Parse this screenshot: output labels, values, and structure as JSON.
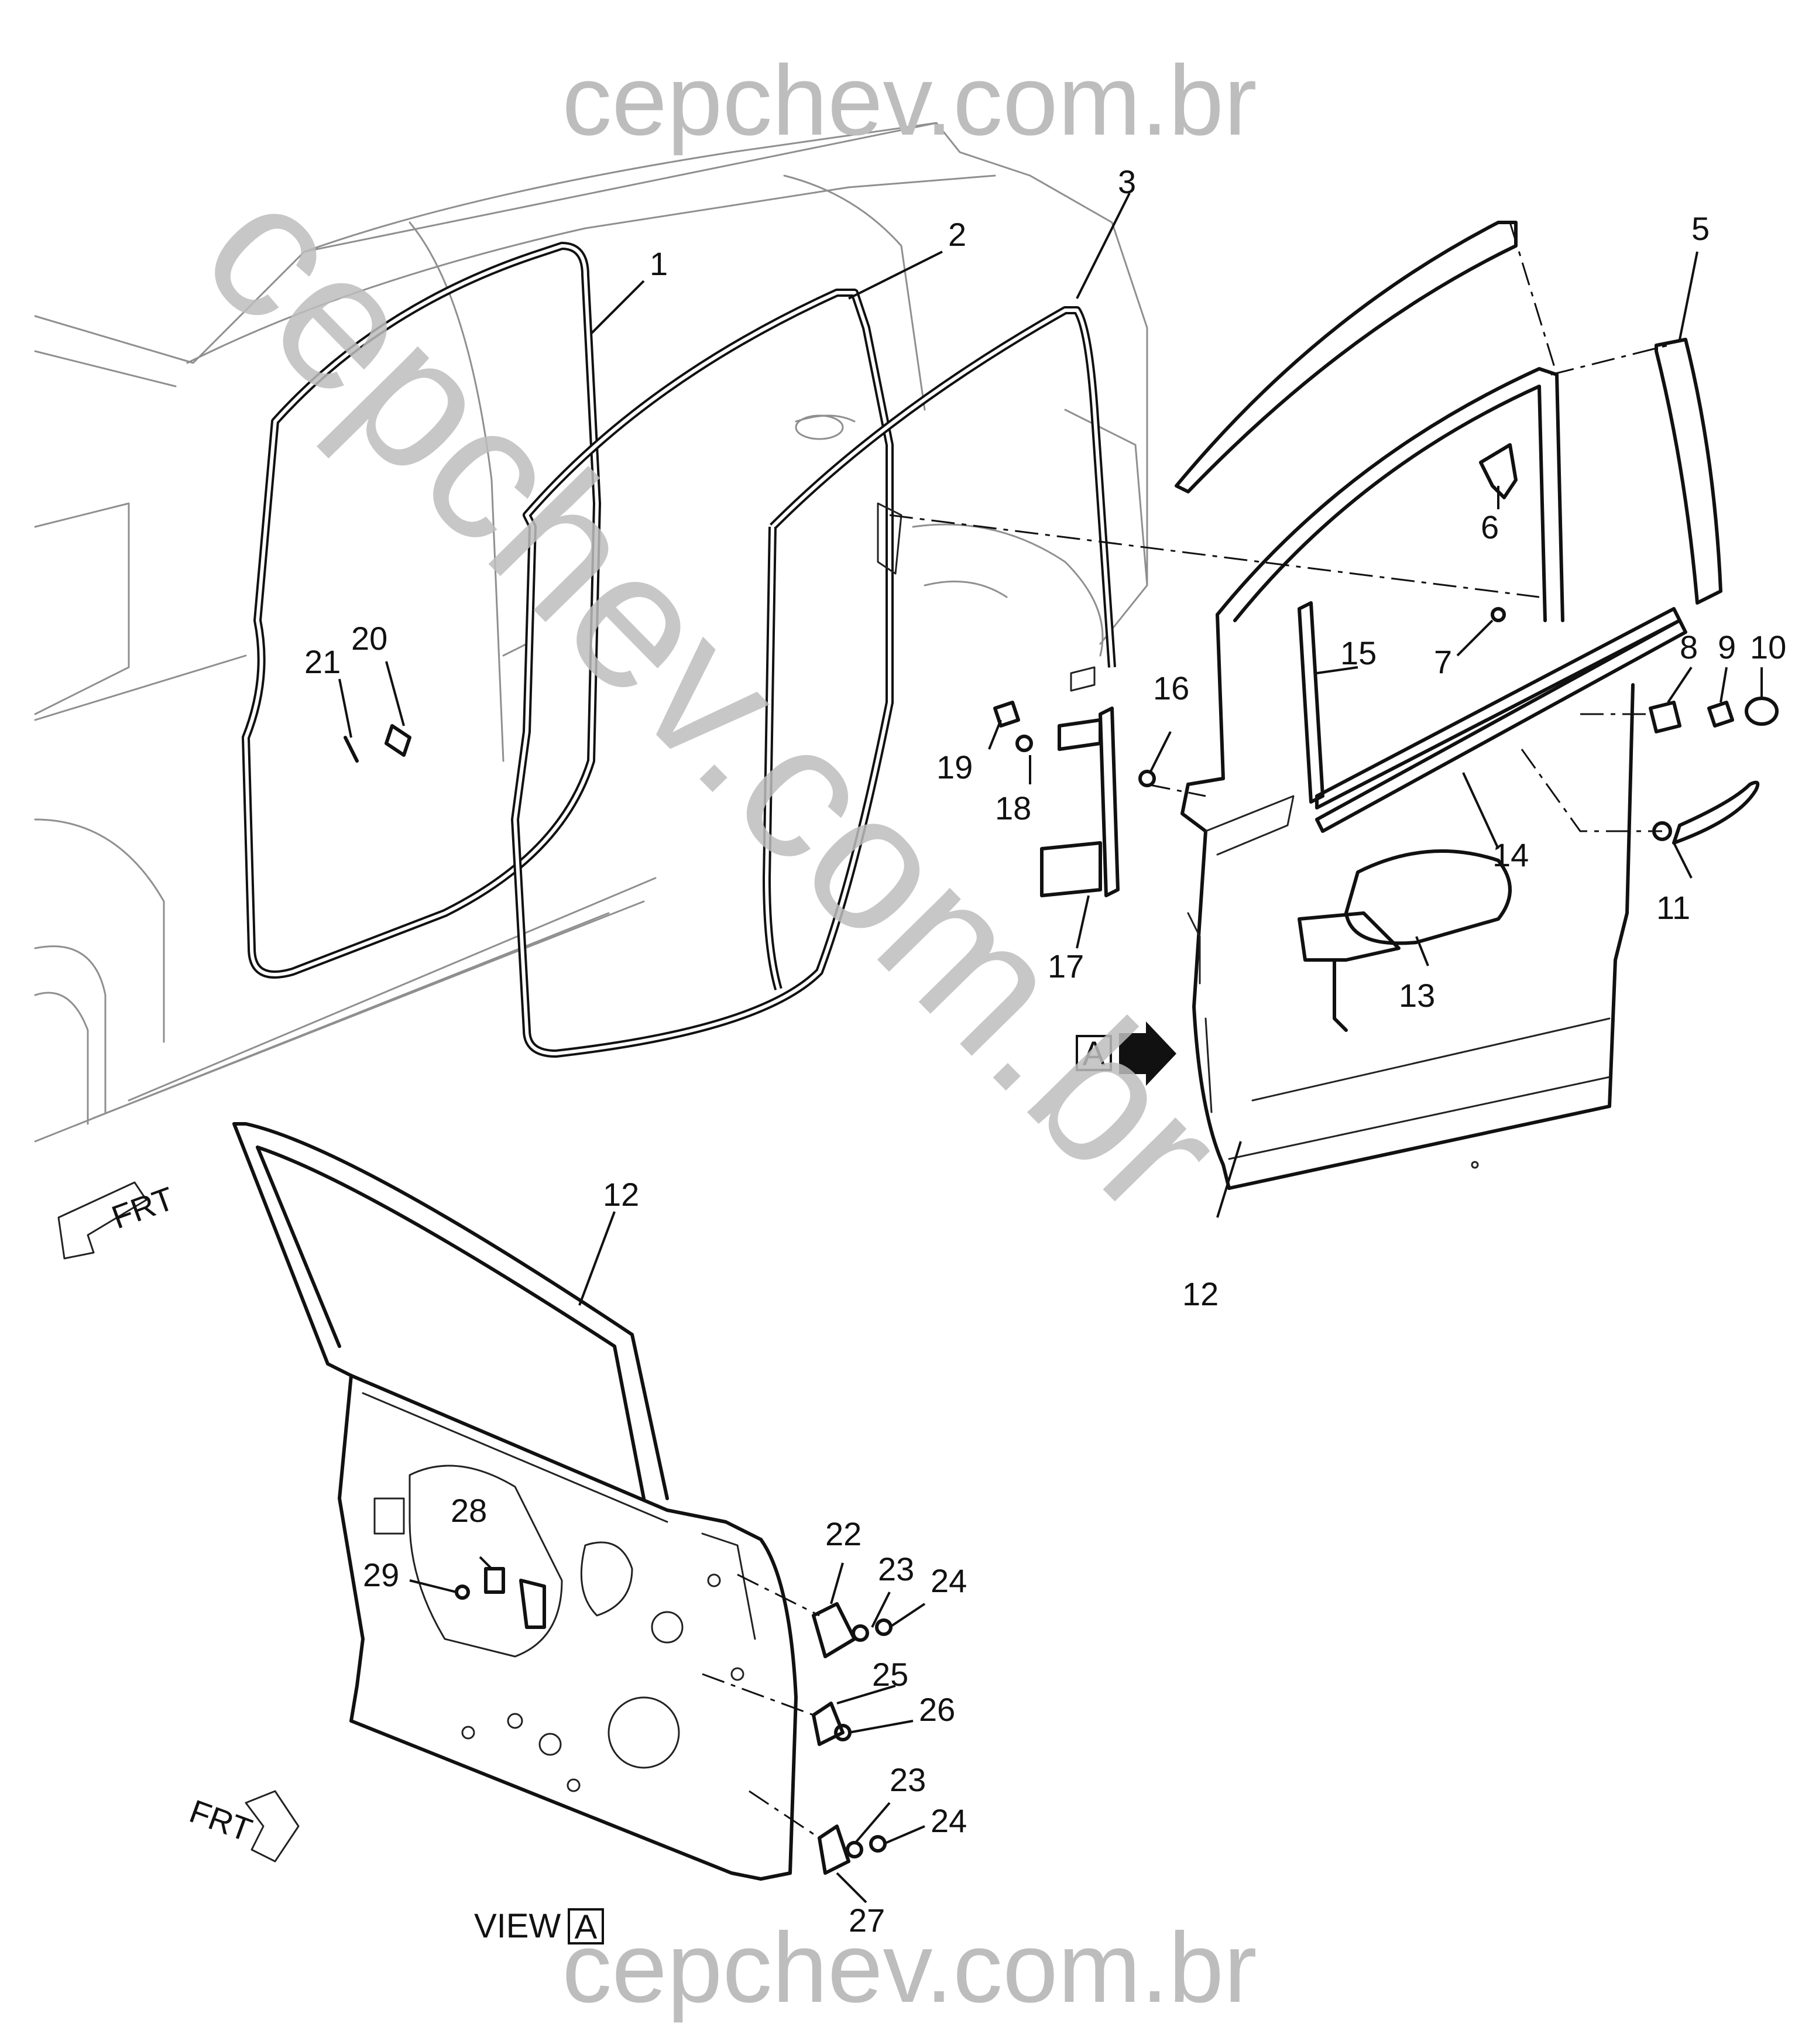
{
  "watermark": {
    "top": "cepchev.com.br",
    "bottom": "cepchev.com.br",
    "diagonal": "cepchev.com.br"
  },
  "callouts": {
    "c1": "1",
    "c2": "2",
    "c3": "3",
    "c5": "5",
    "c6": "6",
    "c7": "7",
    "c8": "8",
    "c9": "9",
    "c10": "10",
    "c11": "11",
    "c12a": "12",
    "c12b": "12",
    "c13": "13",
    "c14": "14",
    "c15": "15",
    "c16": "16",
    "c17": "17",
    "c18": "18",
    "c19": "19",
    "c20": "20",
    "c21": "21",
    "c22": "22",
    "c23a": "23",
    "c23b": "23",
    "c24a": "24",
    "c24b": "24",
    "c25": "25",
    "c26": "26",
    "c27": "27",
    "c28": "28",
    "c29": "29"
  },
  "view_marker": {
    "letter": "A"
  },
  "view_caption": {
    "prefix": "VIEW",
    "letter": "A"
  },
  "frt_badge": {
    "text": "FRT"
  },
  "icons": {
    "direction_arrow": "view-direction-arrow-icon",
    "front_indicator": "front-direction-icon"
  }
}
